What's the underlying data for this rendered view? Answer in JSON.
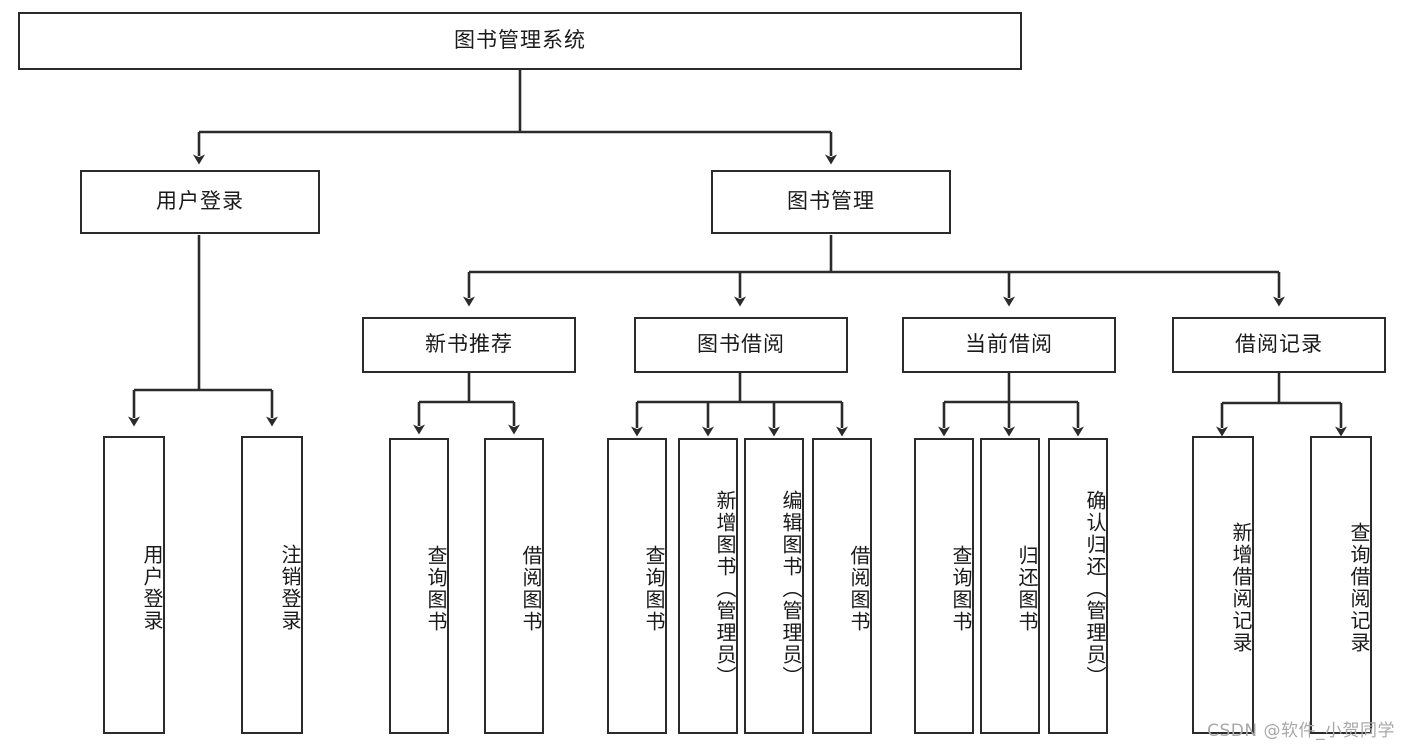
{
  "diagram": {
    "title": "图书管理系统",
    "type": "tree-hierarchy",
    "root": {
      "id": "root",
      "label": "图书管理系统"
    },
    "level1": [
      {
        "id": "login",
        "label": "用户登录"
      },
      {
        "id": "bookmgmt",
        "label": "图书管理"
      }
    ],
    "level2": [
      {
        "id": "newbook",
        "label": "新书推荐",
        "parent": "bookmgmt"
      },
      {
        "id": "borrow",
        "label": "图书借阅",
        "parent": "bookmgmt"
      },
      {
        "id": "current",
        "label": "当前借阅",
        "parent": "bookmgmt"
      },
      {
        "id": "record",
        "label": "借阅记录",
        "parent": "bookmgmt"
      }
    ],
    "leaves": [
      {
        "id": "leaf-1",
        "label": "用户登录",
        "parent": "login"
      },
      {
        "id": "leaf-2",
        "label": "注销登录",
        "parent": "login"
      },
      {
        "id": "leaf-3",
        "label": "查询图书",
        "parent": "newbook"
      },
      {
        "id": "leaf-4",
        "label": "借阅图书",
        "parent": "newbook"
      },
      {
        "id": "leaf-5",
        "label": "查询图书",
        "parent": "borrow"
      },
      {
        "id": "leaf-6",
        "label": "新增图书（管理员）",
        "parent": "borrow"
      },
      {
        "id": "leaf-7",
        "label": "编辑图书（管理员）",
        "parent": "borrow"
      },
      {
        "id": "leaf-8",
        "label": "借阅图书",
        "parent": "borrow"
      },
      {
        "id": "leaf-9",
        "label": "查询图书",
        "parent": "current"
      },
      {
        "id": "leaf-10",
        "label": "归还图书",
        "parent": "current"
      },
      {
        "id": "leaf-11",
        "label": "确认归还（管理员）",
        "parent": "current"
      },
      {
        "id": "leaf-12",
        "label": "新增借阅记录",
        "parent": "record"
      },
      {
        "id": "leaf-13",
        "label": "查询借阅记录",
        "parent": "record"
      }
    ],
    "colors": {
      "stroke": "#2b2b2b",
      "fill": "#ffffff",
      "text": "#1a1a1a",
      "watermark": "#a8a8a8"
    }
  },
  "watermark": {
    "text": "CSDN @软件_小贺同学"
  }
}
